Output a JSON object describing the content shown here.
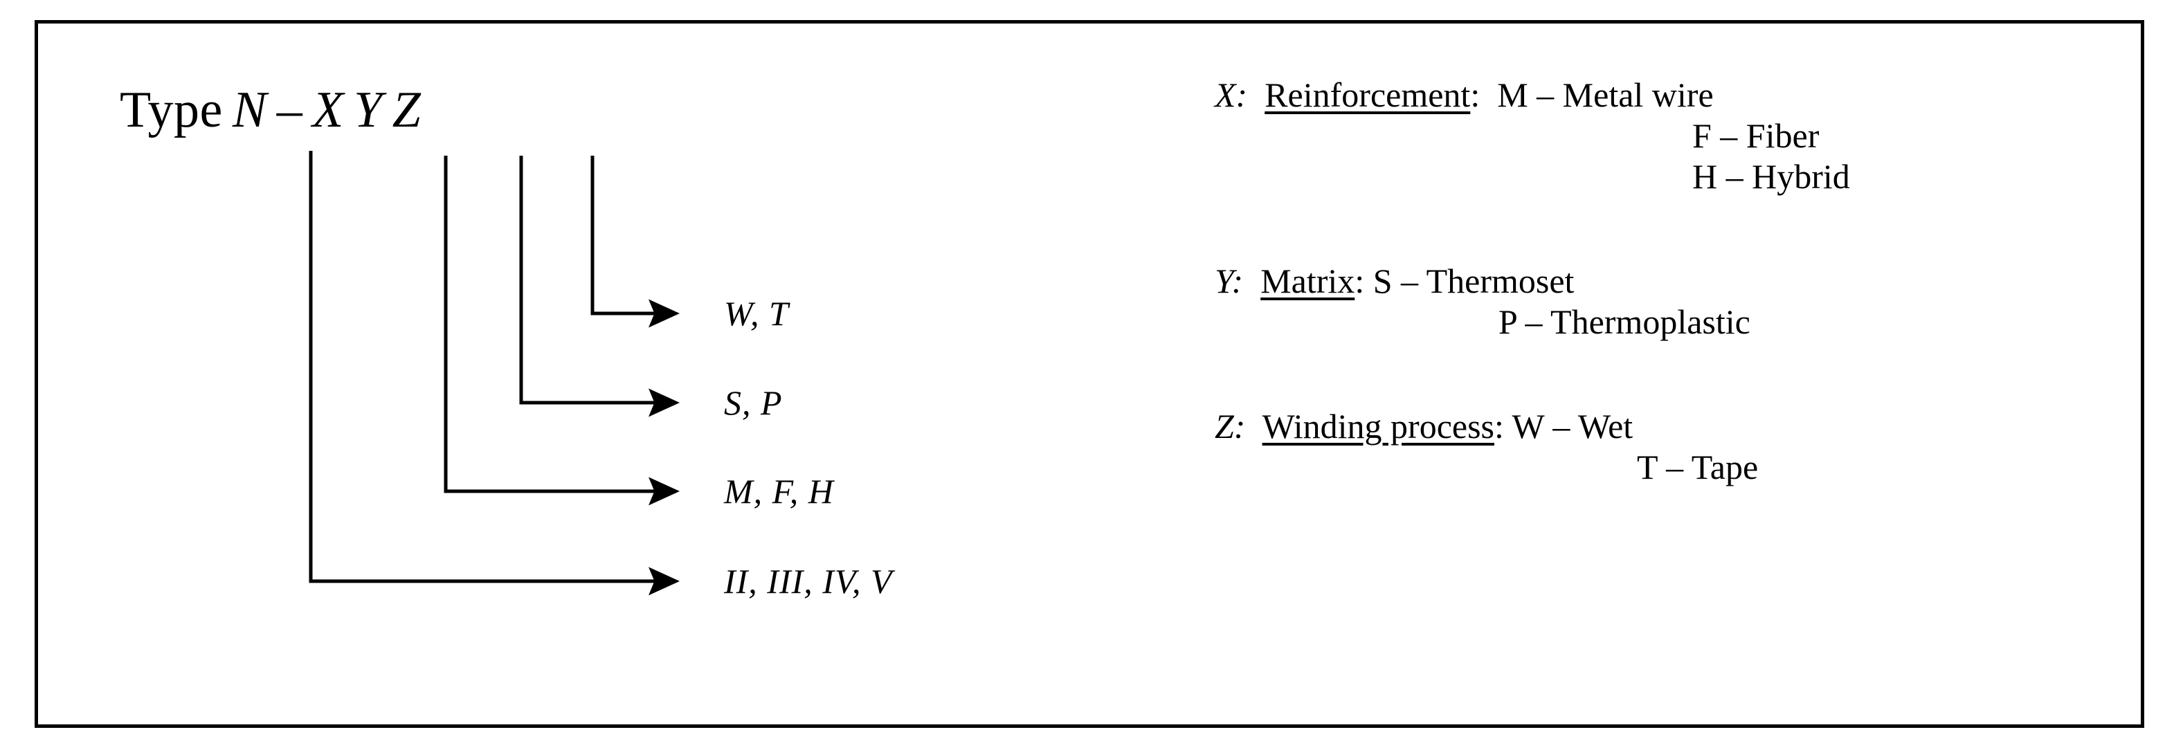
{
  "frame": {
    "border_color": "#000000",
    "background": "#ffffff"
  },
  "formula": {
    "prefix": "Type",
    "code_n": "N",
    "dash": "–",
    "code_x": "X",
    "code_y": "Y",
    "code_z": "Z",
    "full_text": "Type N – X Y Z"
  },
  "branches": [
    {
      "source": "Z",
      "label": "W, T"
    },
    {
      "source": "Y",
      "label": "S, P"
    },
    {
      "source": "X",
      "label": "M, F, H"
    },
    {
      "source": "N",
      "label": "II, III, IV, V"
    }
  ],
  "legend": [
    {
      "key": "X:",
      "category": "Reinforcement",
      "category_colon": ":",
      "options": [
        "M – Metal wire",
        "F – Fiber",
        "H  – Hybrid"
      ]
    },
    {
      "key": "Y:",
      "category": "Matrix",
      "category_colon": ":",
      "options": [
        "S – Thermoset",
        "P – Thermoplastic"
      ]
    },
    {
      "key": "Z:",
      "category": "Winding process",
      "category_colon": ":",
      "options": [
        "W – Wet",
        "T – Tape"
      ]
    }
  ]
}
